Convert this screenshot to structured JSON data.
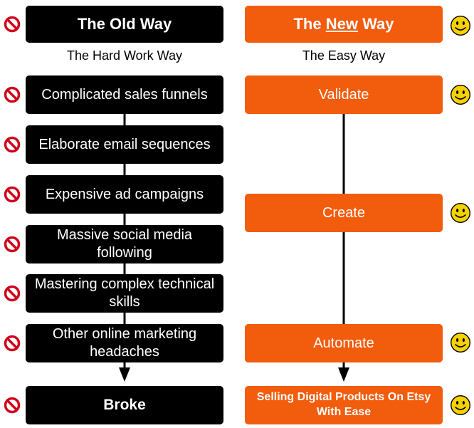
{
  "old_way": {
    "title": "The Old Way",
    "subtitle": "The Hard Work Way",
    "steps": [
      "Complicated sales funnels",
      "Elaborate email sequences",
      "Expensive ad campaigns",
      "Massive social media following",
      "Mastering complex technical skills",
      "Other online marketing headaches"
    ],
    "result": "Broke",
    "icon": "no-entry-icon"
  },
  "new_way": {
    "title_prefix": "The ",
    "title_emphasis": "New",
    "title_suffix": " Way",
    "subtitle": "The Easy Way",
    "steps": [
      "Validate",
      "Create",
      "Automate"
    ],
    "result": "Selling Digital Products On Etsy With Ease",
    "icon": "smiley-face-icon"
  },
  "colors": {
    "old_box": "#000000",
    "new_box": "#f25c0d",
    "no_entry": "#d0021b",
    "smiley": "#f5d100"
  }
}
